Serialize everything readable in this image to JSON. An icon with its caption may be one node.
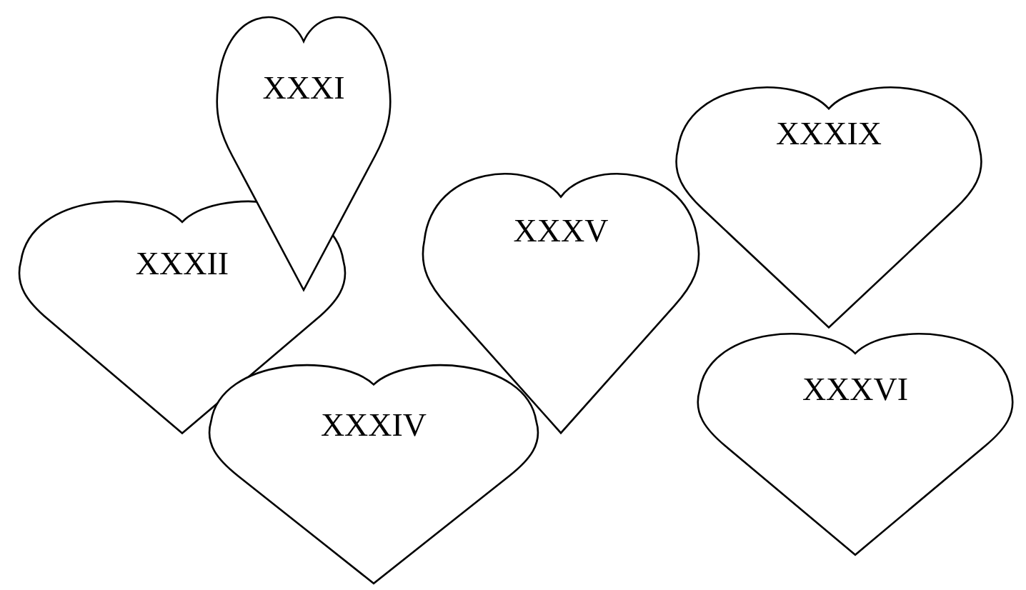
{
  "diagram": {
    "nodes": [
      {
        "text": [
          "XXXI"
        ]
      },
      {
        "text": [
          "XXXIX"
        ]
      },
      {
        "text": [
          "XXXII"
        ]
      },
      {
        "text": [
          "XXXV"
        ]
      },
      {
        "text": [
          "XXXVI"
        ]
      },
      {
        "text": [
          "XXXIV"
        ]
      }
    ],
    "edges": []
  }
}
